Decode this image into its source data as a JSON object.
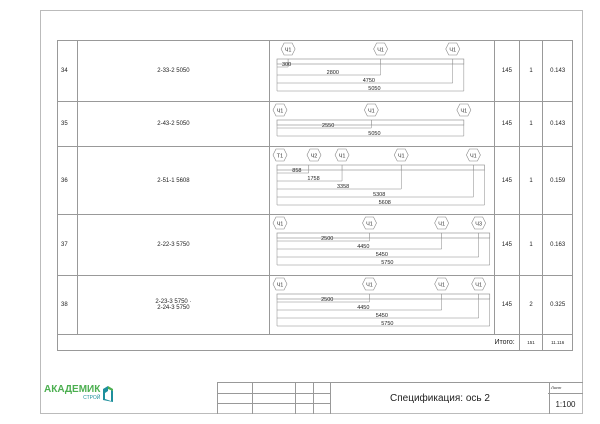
{
  "rows": [
    {
      "num": "34",
      "name": [
        "2-33-2  5050"
      ],
      "length": 5050,
      "marks": [
        {
          "label": "Ч1",
          "pos": 300
        },
        {
          "label": "Ч1",
          "pos": 2800
        },
        {
          "label": "Ч1",
          "pos": 4750
        }
      ],
      "dims": [
        300,
        2800,
        4750,
        5050
      ],
      "c1": "145",
      "c2": "1",
      "c3": "0.143"
    },
    {
      "num": "35",
      "name": [
        "2-43-2  5050"
      ],
      "length": 5050,
      "marks": [
        {
          "label": "Ч1",
          "pos": 0
        },
        {
          "label": "Ч1",
          "pos": 2550
        },
        {
          "label": "Ч1",
          "pos": 5050
        }
      ],
      "dims": [
        2550,
        5050
      ],
      "c1": "145",
      "c2": "1",
      "c3": "0.143"
    },
    {
      "num": "36",
      "name": [
        "2-51-1  5608"
      ],
      "length": 5608,
      "marks": [
        {
          "label": "Т1",
          "pos": 0
        },
        {
          "label": "Ч2",
          "pos": 1000
        },
        {
          "label": "Ч1",
          "pos": 1758
        },
        {
          "label": "Ч1",
          "pos": 3358
        },
        {
          "label": "Ч1",
          "pos": 5308
        }
      ],
      "dims": [
        858,
        1758,
        3358,
        5308,
        5608
      ],
      "c1": "145",
      "c2": "1",
      "c3": "0.159"
    },
    {
      "num": "37",
      "name": [
        "2-22-3  5750"
      ],
      "length": 5750,
      "marks": [
        {
          "label": "Ч1",
          "pos": 0
        },
        {
          "label": "Ч1",
          "pos": 2500
        },
        {
          "label": "Ч1",
          "pos": 4450
        },
        {
          "label": "Ч3",
          "pos": 5450
        }
      ],
      "dims": [
        2500,
        4450,
        5450,
        5750
      ],
      "c1": "145",
      "c2": "1",
      "c3": "0.163"
    },
    {
      "num": "38",
      "name": [
        "2-23-3  5750 ·",
        "2-24-3  5750"
      ],
      "length": 5750,
      "marks": [
        {
          "label": "Ч1",
          "pos": 0
        },
        {
          "label": "Ч1",
          "pos": 2500
        },
        {
          "label": "Ч1",
          "pos": 4450
        },
        {
          "label": "Ч1",
          "pos": 5450
        }
      ],
      "dims": [
        2500,
        4450,
        5450,
        5750
      ],
      "c1": "145",
      "c2": "2",
      "c3": "0.325"
    }
  ],
  "total": {
    "label": "Итого:",
    "c2": "151",
    "c3": "11.116"
  },
  "title_block": {
    "title": "Спецификация: ось 2",
    "sheet_label": "Лист",
    "scale": "1:100"
  },
  "logo": {
    "main": "АКАДЕМИК",
    "sub": "СТРОЙ"
  },
  "colors": {
    "logo_green": "#4caf50",
    "logo_teal": "#1e8f9c"
  }
}
